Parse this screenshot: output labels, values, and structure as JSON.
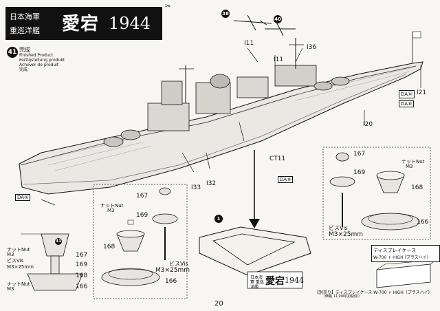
{
  "title": {
    "jp_line1": "日本海軍",
    "jp_line2": "重巡洋艦",
    "ship_name": "愛宕",
    "year": "1944"
  },
  "step41": {
    "number": "41",
    "heading": "完成",
    "lines": [
      "Finished Product",
      "Fertigstellung produkt",
      "Achever de produit",
      "完成"
    ]
  },
  "parts": {
    "i11a": "I11",
    "i11b": "I11",
    "i36": "I36",
    "i21": "I21",
    "i20": "I20",
    "i33": "I33",
    "i32": "I32",
    "ct11": "CT11",
    "step38": "38",
    "step40": "40",
    "da14": "⑭",
    "da8": "⑧",
    "da5": "⑤",
    "da9": "⑨",
    "da_label": "DA"
  },
  "stand_left": {
    "nut": "ナットNut",
    "m3": "M3",
    "screw": "ビスVis",
    "screw_size": "M3×25mm",
    "p167": "167",
    "p169": "169",
    "p168": "168",
    "p166": "166"
  },
  "stand_right": {
    "nut": "ナットNut",
    "m3": "M3",
    "screw": "ビスVis",
    "screw_size": "M3×25mm",
    "p167": "167",
    "p169": "169",
    "p168": "168",
    "p166": "166"
  },
  "section": {
    "step": "41",
    "nut": "ナットNut",
    "m3": "M3",
    "screw": "ビスVis M3×25mm",
    "p167": "167",
    "p169": "169",
    "p168": "168",
    "p166": "166"
  },
  "display_case": {
    "step": "1",
    "label_jp": "日本海軍 重巡洋艦",
    "name": "愛宕",
    "year": "1944",
    "box_title": "ディスプレイケース",
    "box_sub": "W-700 + HIGH (プラスハイ)",
    "footer": "【別売り】ディスプレイケース W-700 + HIGH（プラスハイ）",
    "footer_price": "（価格 11,000円(税別)）"
  },
  "page_number": "20"
}
